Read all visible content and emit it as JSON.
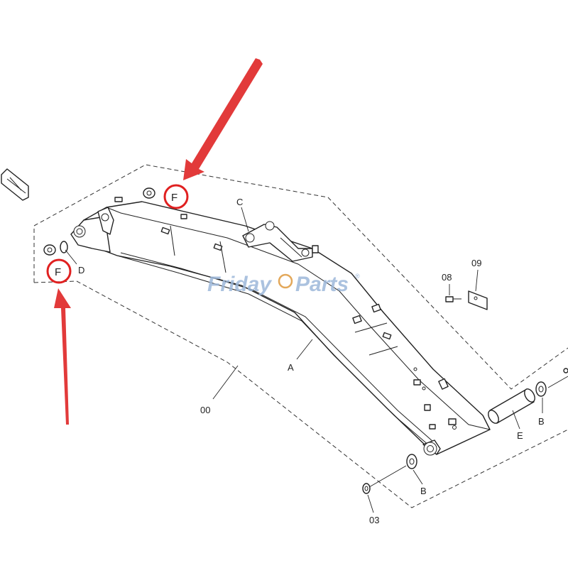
{
  "diagram": {
    "part_labels": {
      "a": "A",
      "b_right": "B",
      "b_bottom": "B",
      "c": "C",
      "d": "D",
      "e": "E",
      "f_top": "F",
      "f_left": "F",
      "num_00": "00",
      "num_03": "03",
      "num_08": "08",
      "num_09": "09"
    },
    "watermark": {
      "left": "Friday",
      "right": "Parts",
      "mark": "®"
    },
    "colors": {
      "highlight": "#e02020",
      "watermark": "#9db8da",
      "line": "#222222"
    },
    "icons": [
      "front-direction-arrow-icon",
      "red-pointer-arrow-icon"
    ]
  }
}
